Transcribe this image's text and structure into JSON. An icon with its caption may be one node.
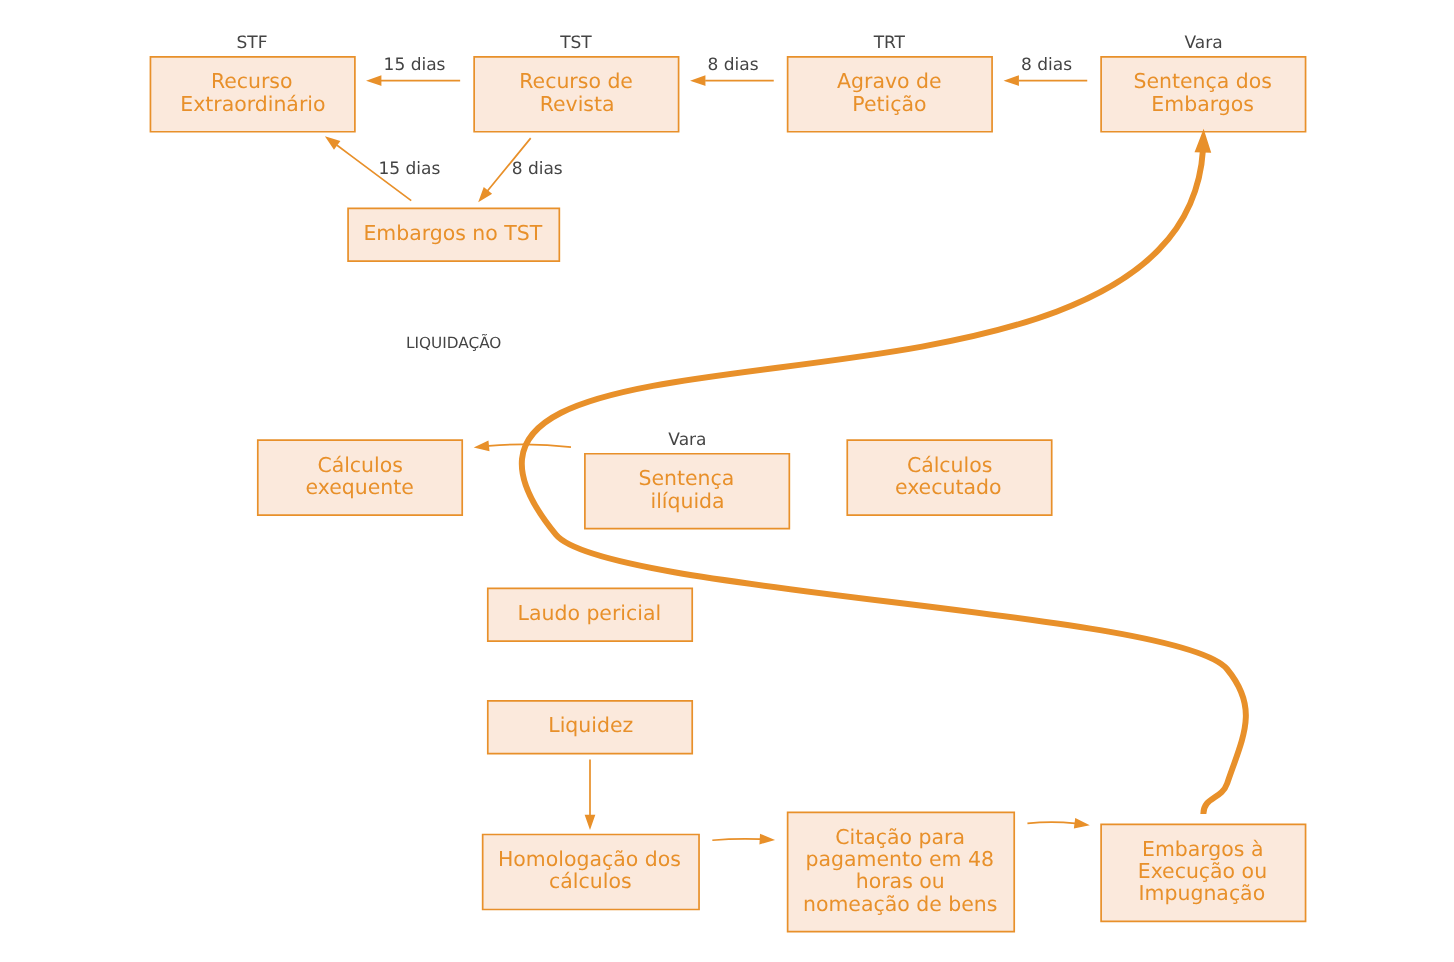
{
  "diagram": {
    "nodes": [
      {
        "text": [
          "STF",
          "Recurso Extraordinário"
        ]
      },
      {
        "text": [
          "TST",
          "Recurso de Revista"
        ]
      },
      {
        "text": [
          "TRT",
          "Agravo de Petição"
        ]
      },
      {
        "text": [
          "Vara",
          "Sentença dos Embargos"
        ]
      },
      {
        "text": [
          "Embargos no TST"
        ]
      },
      {
        "text": [
          "Vara",
          "Sentença ilíquida"
        ]
      },
      {
        "text": [
          "Cálculos exequente"
        ]
      },
      {
        "text": [
          "Cálculos executado"
        ]
      },
      {
        "text": [
          "Laudo pericial"
        ]
      },
      {
        "text": [
          "Liquidez"
        ]
      },
      {
        "text": [
          "Homologação dos cálculos"
        ]
      },
      {
        "text": [
          "Citação para pagamento em 48 horas ou nomeação de bens"
        ]
      },
      {
        "text": [
          "Embargos à Execução ou Impugnação"
        ]
      }
    ],
    "edges": [
      {
        "from": 3,
        "to": 2,
        "arrow": "to",
        "label": "8 dias"
      },
      {
        "from": 2,
        "to": 1,
        "arrow": "to",
        "label": "8 dias"
      },
      {
        "from": 1,
        "to": 0,
        "arrow": "to",
        "label": "15 dias"
      },
      {
        "from": 1,
        "to": 4,
        "arrow": "to",
        "label": "8 dias"
      },
      {
        "from": 4,
        "to": 0,
        "arrow": "to",
        "label": "15 dias"
      },
      {
        "from": 5,
        "to": 6,
        "arrow": "to"
      },
      {
        "from": 9,
        "to": 10,
        "arrow": "to"
      },
      {
        "from": 10,
        "to": 11,
        "arrow": "to"
      },
      {
        "from": 11,
        "to": 12,
        "arrow": "to"
      },
      {
        "from": 12,
        "to": 3,
        "arrow": "to",
        "style": "thick"
      }
    ],
    "labels": [
      "LIQUIDAÇÃO"
    ]
  }
}
